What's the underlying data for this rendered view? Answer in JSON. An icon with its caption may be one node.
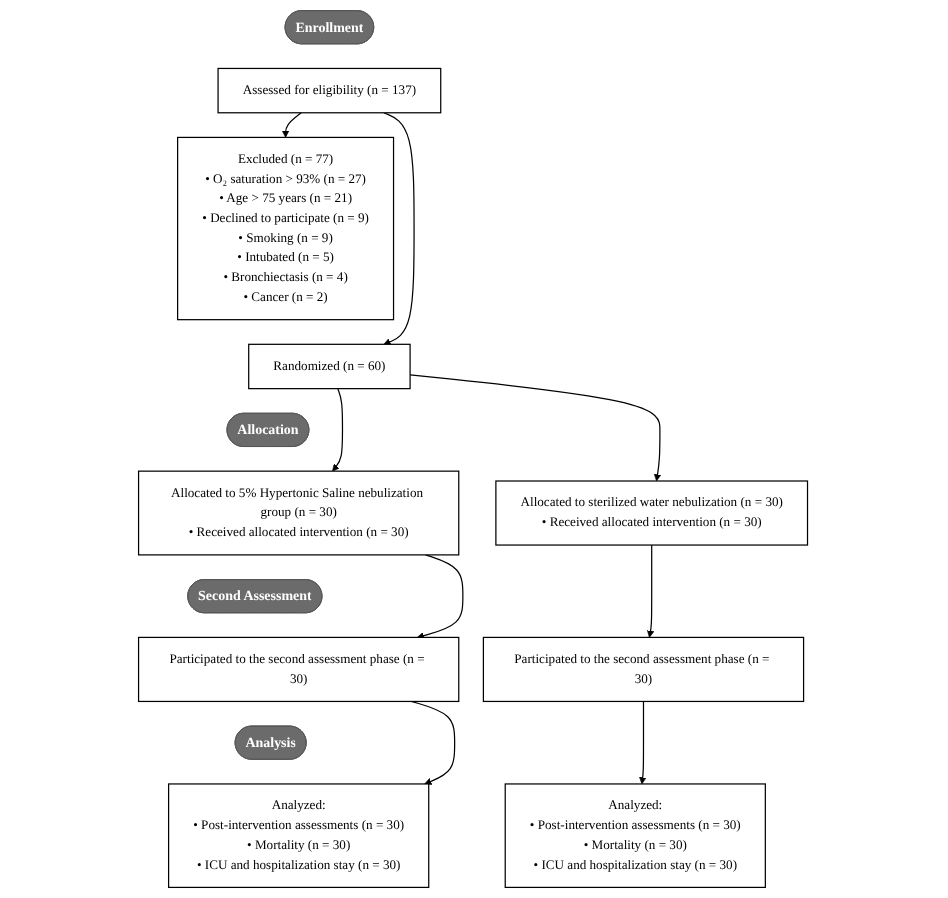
{
  "diagram": {
    "nodes": [
      {
        "text": [
          "Enrollment"
        ]
      },
      {
        "text": [
          "Assessed for eligibility (n = 137)"
        ]
      },
      {
        "text": [
          "Excluded (n = 77)",
          "• O₂ saturation > 93% (n = 27)",
          "• Age > 75 years (n = 21)",
          "• Declined to participate (n = 9)",
          "• Smoking (n = 9)",
          "• Intubated (n = 5)",
          "• Bronchiectasis (n = 4)",
          "• Cancer (n = 2)"
        ]
      },
      {
        "text": [
          "Randomized (n = 60)"
        ]
      },
      {
        "text": [
          "Allocation"
        ]
      },
      {
        "text": [
          "Allocated to 5% Hypertonic Saline nebulization group (n = 30)",
          "• Received allocated intervention (n = 30)"
        ]
      },
      {
        "text": [
          "Allocated to sterilized water nebulization (n = 30)",
          "• Received allocated intervention (n = 30)"
        ]
      },
      {
        "text": [
          "Second Assessment"
        ]
      },
      {
        "text": [
          "Participated to the second assessment phase (n = 30)"
        ]
      },
      {
        "text": [
          "Participated to the second assessment phase (n = 30)"
        ]
      },
      {
        "text": [
          "Analysis"
        ]
      },
      {
        "text": [
          "Analyzed:",
          "• Post-intervention assessments (n = 30)",
          "• Mortality (n = 30)",
          "• ICU and hospitalization stay (n = 30)"
        ]
      },
      {
        "text": [
          "Analyzed:",
          "• Post-intervention assessments (n = 30)",
          "• Mortality (n = 30)",
          "• ICU and hospitalization stay (n = 30)"
        ]
      }
    ],
    "edges": [
      {
        "from": 1,
        "to": 2,
        "arrow": "to"
      },
      {
        "from": 1,
        "to": 3,
        "arrow": "to"
      },
      {
        "from": 3,
        "to": 5,
        "arrow": "to"
      },
      {
        "from": 3,
        "to": 6,
        "arrow": "to"
      },
      {
        "from": 5,
        "to": 8,
        "arrow": "to"
      },
      {
        "from": 6,
        "to": 9,
        "arrow": "to"
      },
      {
        "from": 8,
        "to": 11,
        "arrow": "to"
      },
      {
        "from": 9,
        "to": 12,
        "arrow": "to"
      }
    ]
  }
}
